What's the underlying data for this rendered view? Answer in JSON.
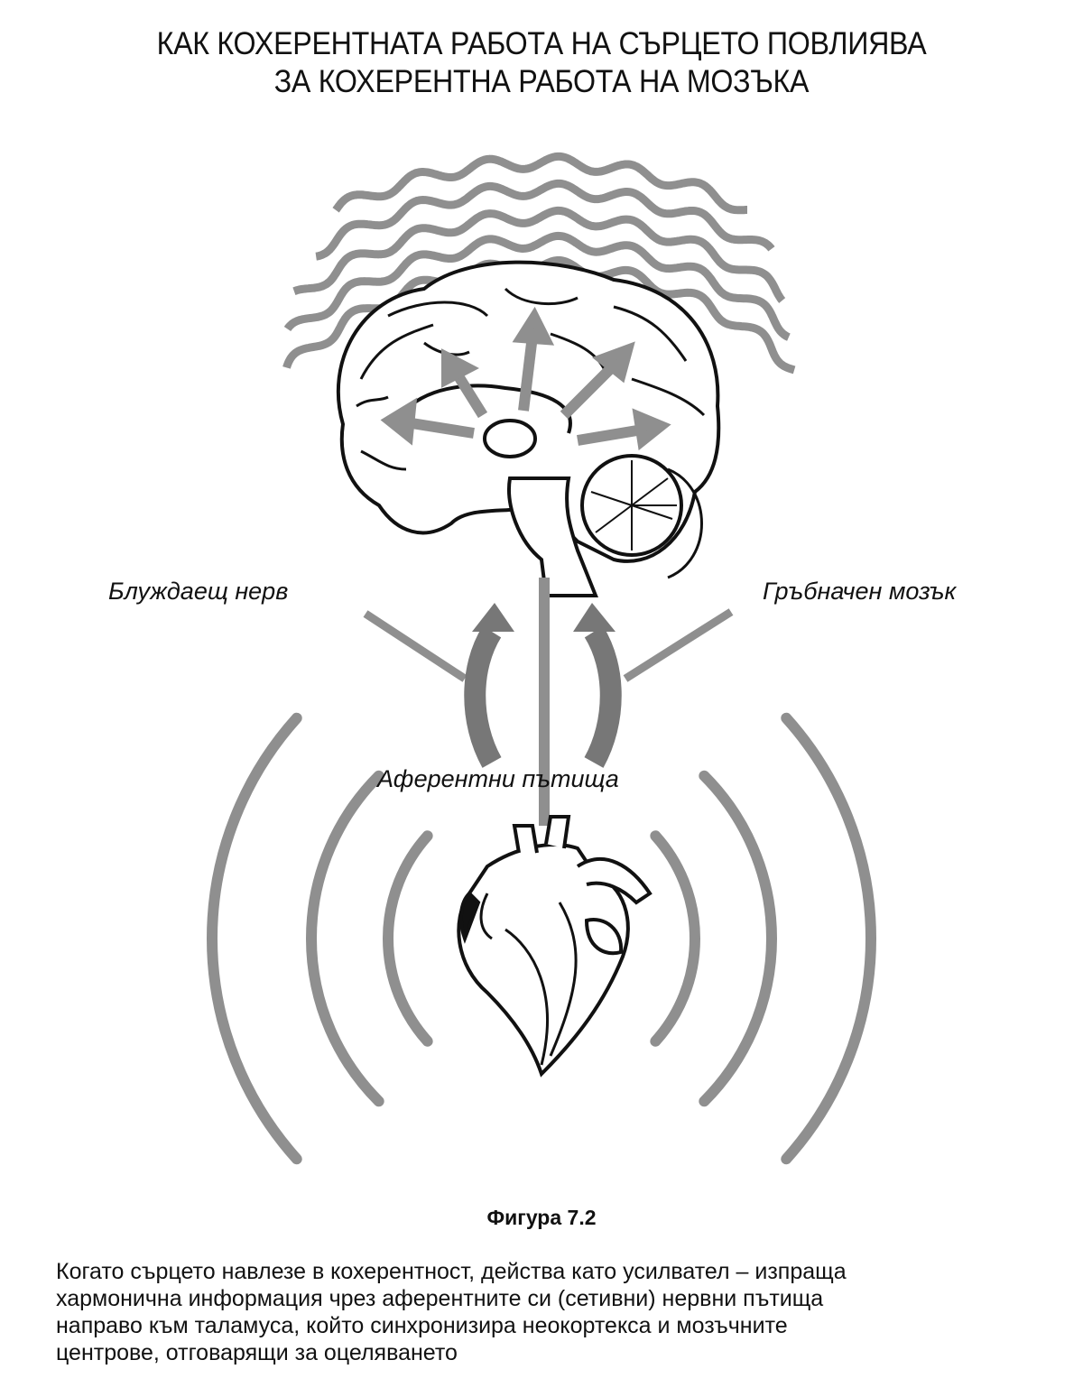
{
  "title": {
    "line1": "КАК КОХЕРЕНТНАТА РАБОТА НА СЪРЦЕТО ПОВЛИЯВА",
    "line2": "ЗА КОХЕРЕНТНА РАБОТА НА МОЗЪКА"
  },
  "labels": {
    "vagus": "Блуждаещ нерв",
    "spinal": "Гръбначен мозък",
    "afferent": "Аферентни пътища"
  },
  "figure_number": "Фигура 7.2",
  "caption": [
    "Когато сърцето навлезе в кохерентност, действа като усилвател – изпраща",
    "хармонична информация чрез аферентните си (сетивни) нервни пътища",
    "направо към таламуса, който синхронизира неокортекса и мозъчните",
    "центрове, отговарящи за оцеляването"
  ],
  "colors": {
    "gray": "#8f8f8f",
    "ink": "#111111"
  }
}
